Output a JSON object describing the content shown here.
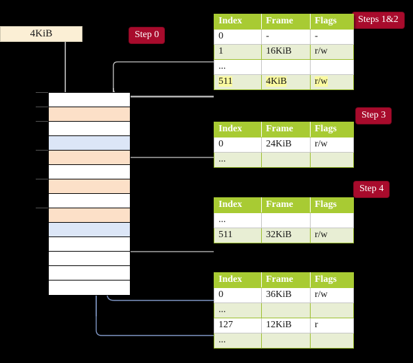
{
  "diagram": {
    "title_box": {
      "label": "4KiB"
    },
    "step_labels": [
      {
        "id": "step-0",
        "text": "Step 0"
      },
      {
        "id": "step-12",
        "text": "Steps 1&2"
      },
      {
        "id": "step-3",
        "text": "Step 3"
      },
      {
        "id": "step-4",
        "text": "Step 4"
      }
    ],
    "colors": {
      "background": "#000000",
      "table_header": "#A8CB33",
      "table_alt_row": "#E8EED4",
      "highlight": "#FAFAA0",
      "step_badge": "#A80B2C",
      "memory_orange": "#FCE0C8",
      "memory_blue": "#DCE6F7",
      "kib_box": "#FBEFD5",
      "wire_grey": "#BFBFBF",
      "wire_blue": "#7F96C4"
    },
    "memory_column": {
      "name": "physical-memory",
      "rows": [
        {
          "fill": "white"
        },
        {
          "fill": "orange"
        },
        {
          "fill": "white"
        },
        {
          "fill": "blue"
        },
        {
          "fill": "orange"
        },
        {
          "fill": "white"
        },
        {
          "fill": "orange"
        },
        {
          "fill": "white"
        },
        {
          "fill": "orange"
        },
        {
          "fill": "blue"
        },
        {
          "fill": "white"
        },
        {
          "fill": "white"
        },
        {
          "fill": "white"
        },
        {
          "fill": "white"
        }
      ]
    },
    "tables": [
      {
        "id": "table-level-1",
        "headers": [
          "Index",
          "Frame",
          "Flags"
        ],
        "rows": [
          {
            "alt": false,
            "highlight": false,
            "cells": [
              "0",
              "-",
              "-"
            ]
          },
          {
            "alt": true,
            "highlight": false,
            "cells": [
              "1",
              "16KiB",
              "r/w"
            ]
          },
          {
            "alt": false,
            "highlight": false,
            "cells": [
              "...",
              "",
              ""
            ]
          },
          {
            "alt": true,
            "highlight": true,
            "cells": [
              "511",
              "4KiB",
              "r/w"
            ]
          }
        ]
      },
      {
        "id": "table-level-2",
        "headers": [
          "Index",
          "Frame",
          "Flags"
        ],
        "rows": [
          {
            "alt": false,
            "highlight": false,
            "cells": [
              "0",
              "24KiB",
              "r/w"
            ]
          },
          {
            "alt": true,
            "highlight": false,
            "cells": [
              "...",
              "",
              ""
            ]
          }
        ]
      },
      {
        "id": "table-level-3",
        "headers": [
          "Index",
          "Frame",
          "Flags"
        ],
        "rows": [
          {
            "alt": false,
            "highlight": false,
            "cells": [
              "...",
              "",
              ""
            ]
          },
          {
            "alt": true,
            "highlight": false,
            "cells": [
              "511",
              "32KiB",
              "r/w"
            ]
          }
        ]
      },
      {
        "id": "table-level-4",
        "headers": [
          "Index",
          "Frame",
          "Flags"
        ],
        "rows": [
          {
            "alt": false,
            "highlight": false,
            "cells": [
              "0",
              "36KiB",
              "r/w"
            ]
          },
          {
            "alt": true,
            "highlight": false,
            "cells": [
              "...",
              "",
              ""
            ]
          },
          {
            "alt": false,
            "highlight": false,
            "cells": [
              "127",
              "12KiB",
              "r"
            ]
          },
          {
            "alt": true,
            "highlight": false,
            "cells": [
              "...",
              "",
              ""
            ]
          }
        ]
      }
    ]
  }
}
